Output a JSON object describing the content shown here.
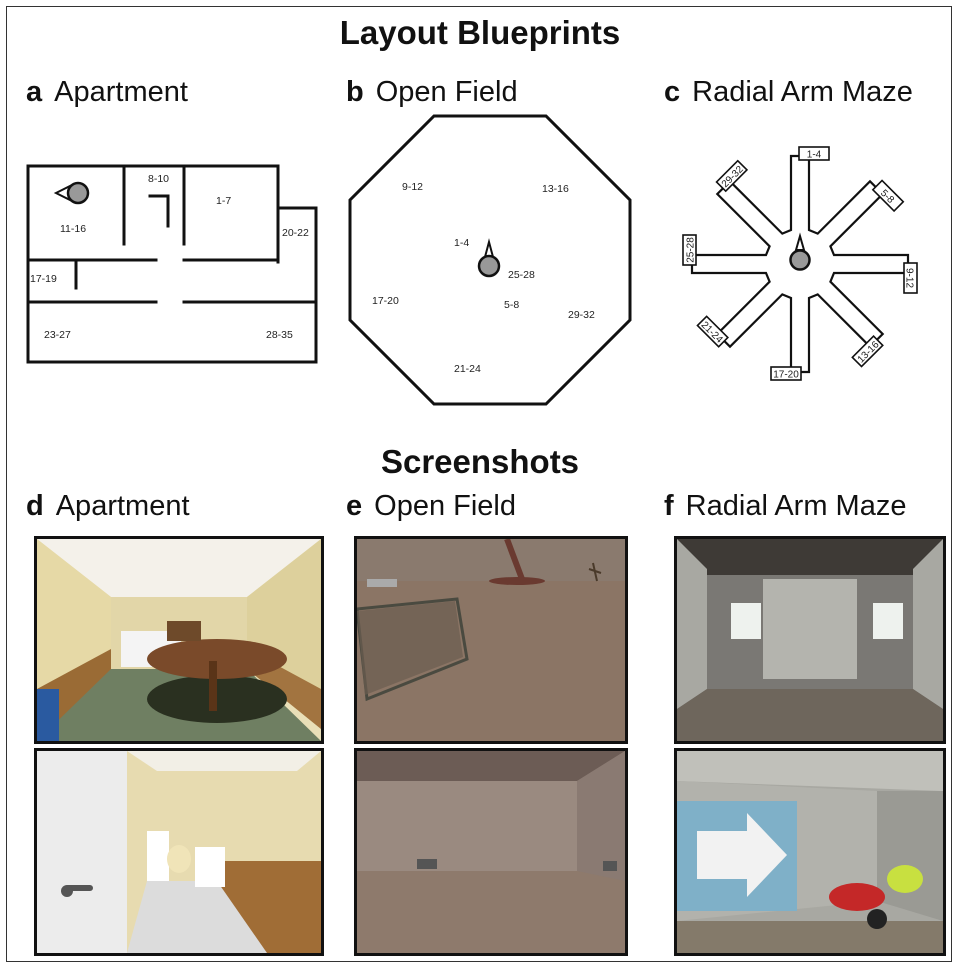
{
  "titles": {
    "blueprints": "Layout Blueprints",
    "screenshots": "Screenshots"
  },
  "panels": {
    "a": {
      "letter": "a",
      "name": "Apartment"
    },
    "b": {
      "letter": "b",
      "name": "Open Field"
    },
    "c": {
      "letter": "c",
      "name": "Radial Arm Maze"
    },
    "d": {
      "letter": "d",
      "name": "Apartment"
    },
    "e": {
      "letter": "e",
      "name": "Open Field"
    },
    "f": {
      "letter": "f",
      "name": "Radial Arm Maze"
    }
  },
  "apartment_labels": [
    "11-16",
    "8-10",
    "1-7",
    "20-22",
    "17-19",
    "23-27",
    "28-35"
  ],
  "openfield_labels": [
    "9-12",
    "13-16",
    "1-4",
    "25-28",
    "17-20",
    "5-8",
    "29-32",
    "21-24"
  ],
  "radial_labels": [
    "1-4",
    "5-8",
    "9-12",
    "13-16",
    "17-20",
    "21-24",
    "25-28",
    "29-32"
  ]
}
